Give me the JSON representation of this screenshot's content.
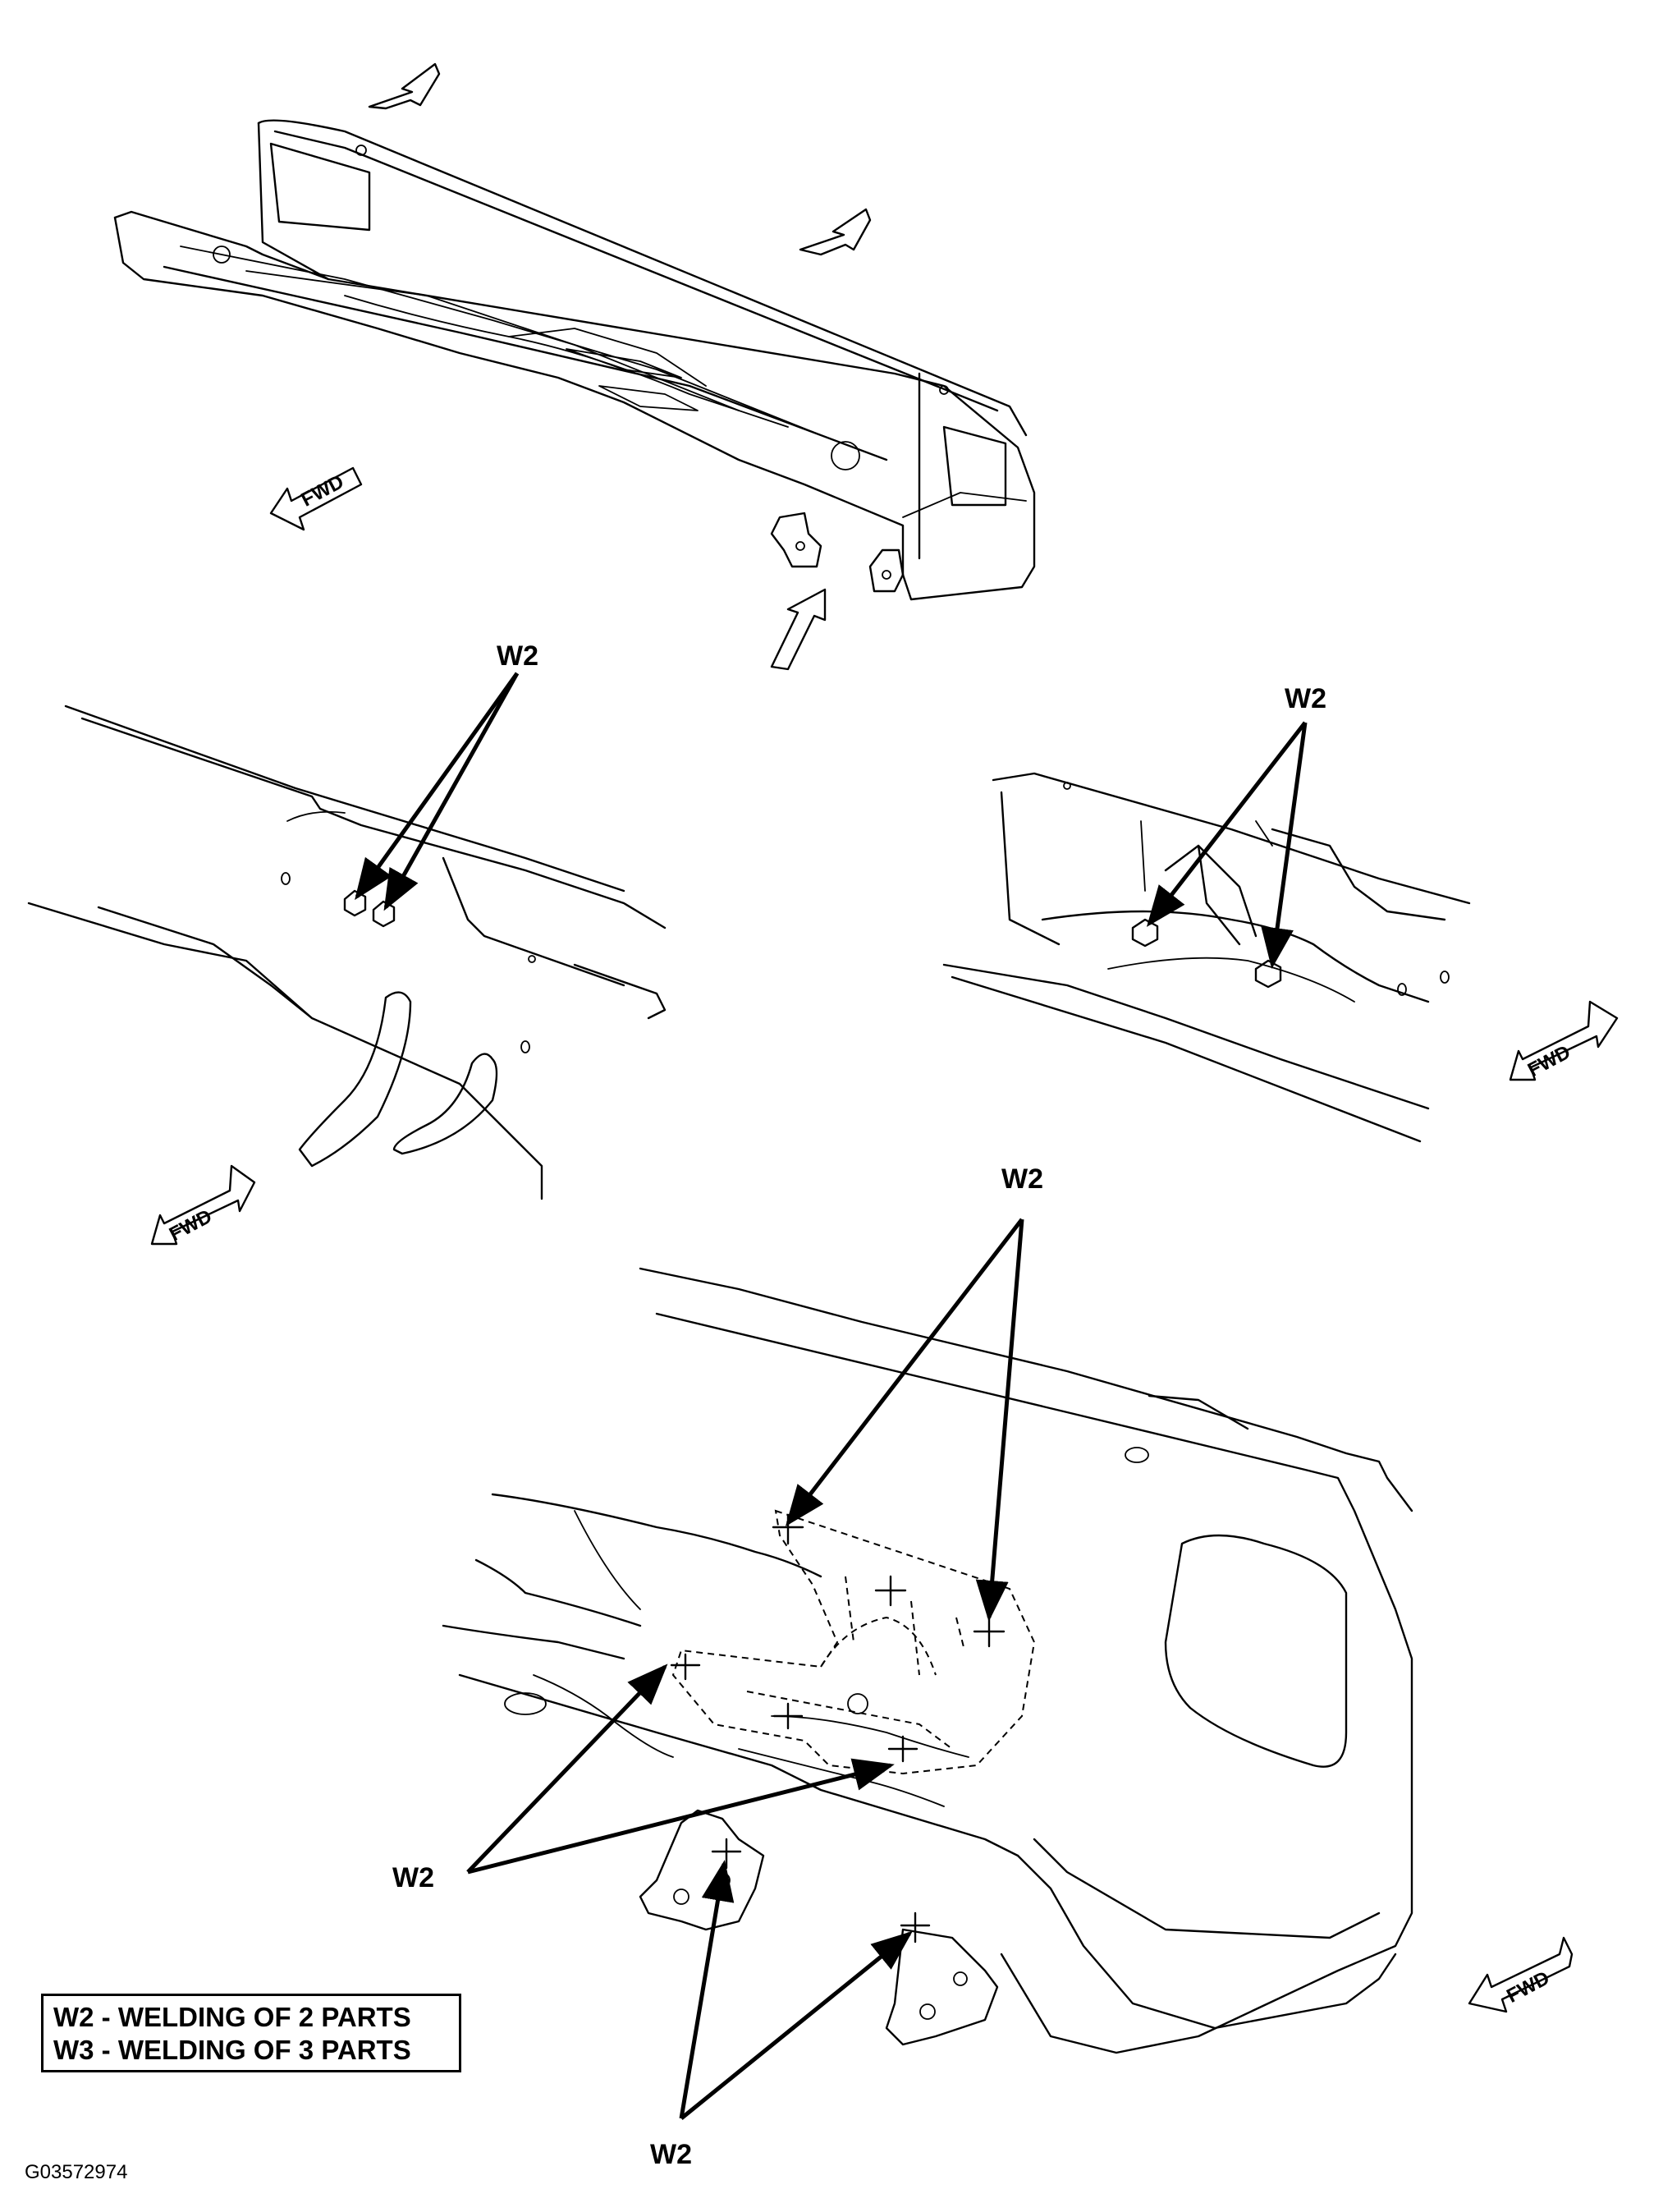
{
  "callouts": {
    "a": "W2",
    "b": "W2",
    "c": "W2",
    "d": "W2",
    "e": "W2"
  },
  "fwd_label": "FWD",
  "legend": {
    "line1": "W2 - WELDING OF 2 PARTS",
    "line2": "W3 - WELDING OF 3 PARTS"
  },
  "figure_code": "G03572974"
}
